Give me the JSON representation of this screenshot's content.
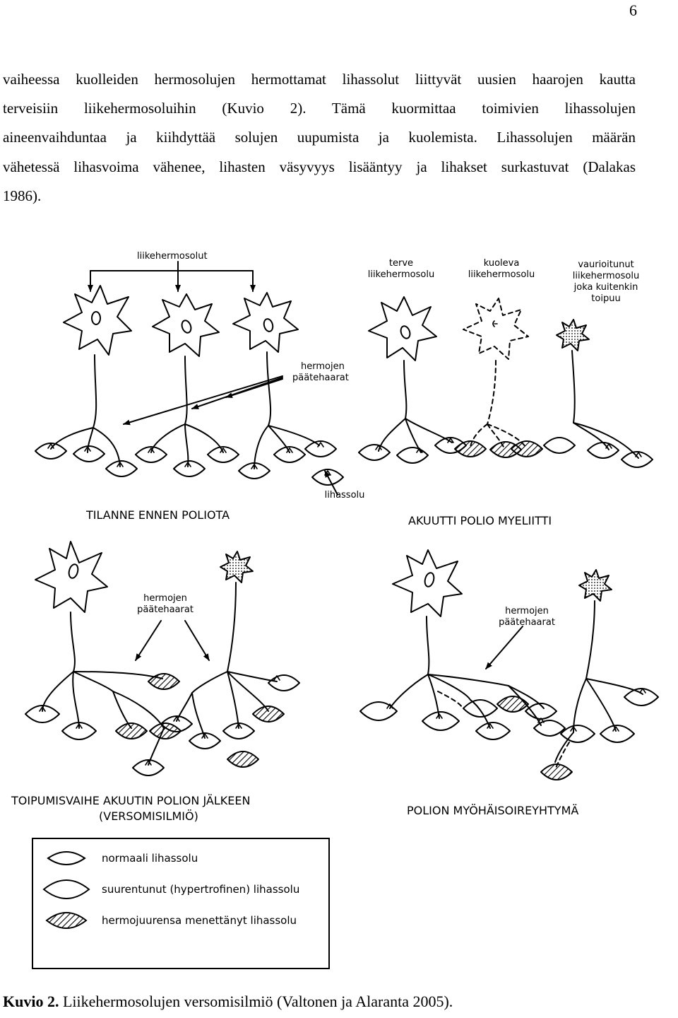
{
  "page_number": "6",
  "paragraph_lines": [
    "vaiheessa kuolleiden hermosolujen hermottamat lihassolut liittyvät uusien haarojen kautta",
    "terveisiin liikehermosoluihin (Kuvio 2). Tämä kuormittaa toimivien lihassolujen",
    "aineenvaihduntaa ja kiihdyttää solujen uupumista ja kuolemista. Lihassolujen määrän",
    "vähetessä lihasvoima vähenee, lihasten väsyvyys lisääntyy ja lihakset surkastuvat (Dalakas",
    "1986)."
  ],
  "figure": {
    "labels": {
      "motor_neurons": "liikehermosolut",
      "healthy": [
        "terve",
        "liikehermosolu"
      ],
      "dying": [
        "kuoleva",
        "liikehermosolu"
      ],
      "damaged": [
        "vaurioitunut",
        "liikehermosolu",
        "joka kuitenkin",
        "toipuu"
      ],
      "nerve_endings": [
        "hermojen",
        "päätehaarat"
      ],
      "nerve_endings_lower": [
        "hermojen",
        "päätehaarat"
      ],
      "nerve_endings_lower_right": [
        "hermojen",
        "päätehaarat"
      ],
      "muscle_cell": "lihassolu"
    },
    "panel_titles": {
      "before": "TILANNE ENNEN POLIOTA",
      "acute": "AKUUTTI POLIO MYELIITTI",
      "recovery": [
        "TOIPUMISVAIHE AKUUTIN POLION JÄLKEEN",
        "(VERSOMISILMIÖ)"
      ],
      "post_polio": "POLION MYÖHÄISOIREYHTYMÄ"
    },
    "legend": [
      {
        "type": "normal",
        "label": "normaali lihassolu"
      },
      {
        "type": "enlarged",
        "label": "suurentunut (hypertrofinen) lihassolu"
      },
      {
        "type": "denervated",
        "label": "hermojuurensa menettänyt lihassolu"
      }
    ]
  },
  "caption": {
    "label": "Kuvio 2.",
    "text": " Liikehermosolujen versomisilmiö (Valtonen ja Alaranta 2005)."
  }
}
